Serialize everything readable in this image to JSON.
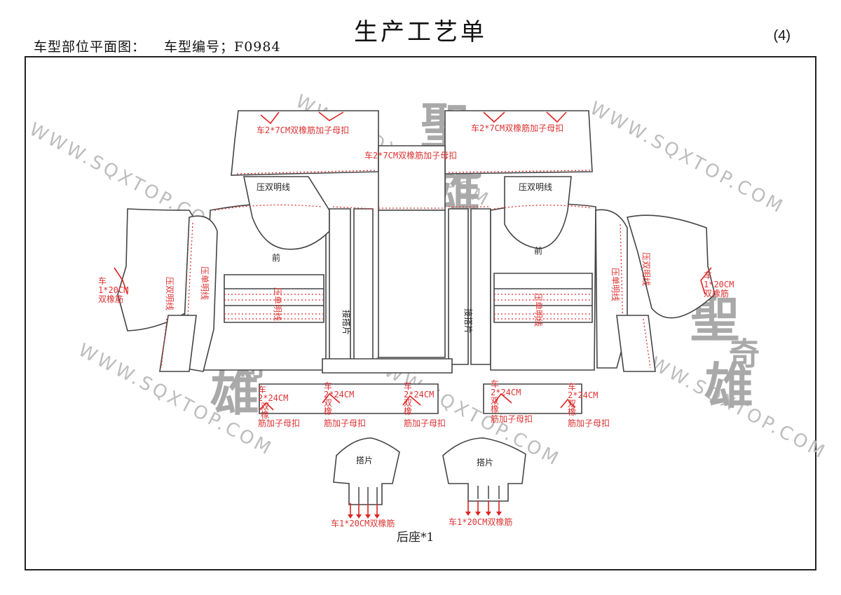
{
  "header": {
    "title": "生产工艺单",
    "plan_label": "车型部位平面图：",
    "model_code": "车型编号；F0984",
    "page_number": "(4)"
  },
  "watermark": {
    "site": "WWW.SQXTOP.COM",
    "logo_top": "聖",
    "logo_mid": "奇",
    "logo_bottom": "雄"
  },
  "annotations": {
    "top_elastic_left": "车2*7CM双橡筋加子母扣",
    "top_elastic_right": "车2*7CM双橡筋加子母扣",
    "top_elastic_center": "车2*7CM双橡筋加子母扣",
    "double_line": "压双明线",
    "single_line": "压单明线",
    "front": "前",
    "joint_piece": "接搭片",
    "side_elastic_car": "车",
    "side_elastic_size": "1*20CM",
    "side_elastic_kind": "双橡筋",
    "bottom_car": "车",
    "bottom_size": "2*24CM",
    "bottom_shuang": "双",
    "bottom_xiang": "橡",
    "bottom_tail": "筋加子母扣",
    "bottom_tail_right": "筋加子母扣",
    "flap_label": "搭片",
    "flap_elastic": "车1*20CM双橡筋",
    "seat_label": "后座*1"
  }
}
